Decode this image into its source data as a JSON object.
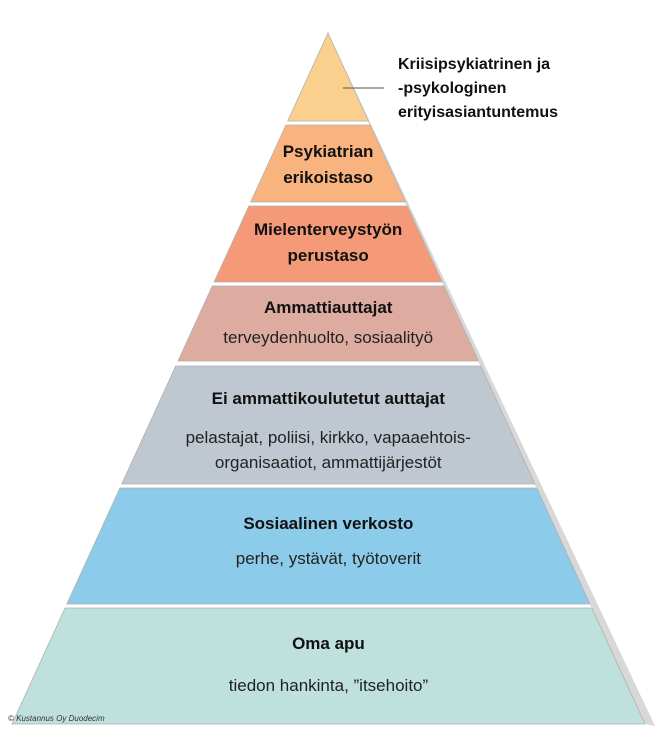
{
  "pyramid": {
    "levels": [
      {
        "id": "level-crisis",
        "color": "#fbd08f",
        "title": [],
        "subtitle": []
      },
      {
        "id": "level-psychiatric-specialist",
        "color": "#f8b37f",
        "title": [
          "Psykiatrian",
          "erikoistaso"
        ],
        "subtitle": []
      },
      {
        "id": "level-mental-health-basic",
        "color": "#f49a78",
        "title": [
          "Mielenterveystyön",
          "perustaso"
        ],
        "subtitle": []
      },
      {
        "id": "level-professional-helpers",
        "color": "#deaba0",
        "title": [
          "Ammattiauttajat"
        ],
        "subtitle": [
          "terveydenhuolto, sosiaalityö"
        ]
      },
      {
        "id": "level-non-professional-helpers",
        "color": "#bfc8d0",
        "title": [
          "Ei ammattikoulutetut auttajat"
        ],
        "subtitle": [
          "pelastajat, poliisi, kirkko, vapaaehtois-",
          "organisaatiot, ammattijärjestöt"
        ]
      },
      {
        "id": "level-social-network",
        "color": "#8dcbea",
        "title": [
          "Sosiaalinen verkosto"
        ],
        "subtitle": [
          "perhe, ystävät, työtoverit"
        ]
      },
      {
        "id": "level-self-help",
        "color": "#bfe1dd",
        "title": [
          "Oma apu"
        ],
        "subtitle": [
          "tiedon hankinta, ”itsehoito”"
        ]
      }
    ],
    "callout": {
      "lines": [
        "Kriisipsykiatrinen ja",
        "-psykologinen",
        "erityisasiantuntemus"
      ]
    },
    "side_shadow_color": "#d8d8d8",
    "edge_color": "#b0b0b0"
  },
  "copyright": "© Kustannus Oy Duodecim"
}
